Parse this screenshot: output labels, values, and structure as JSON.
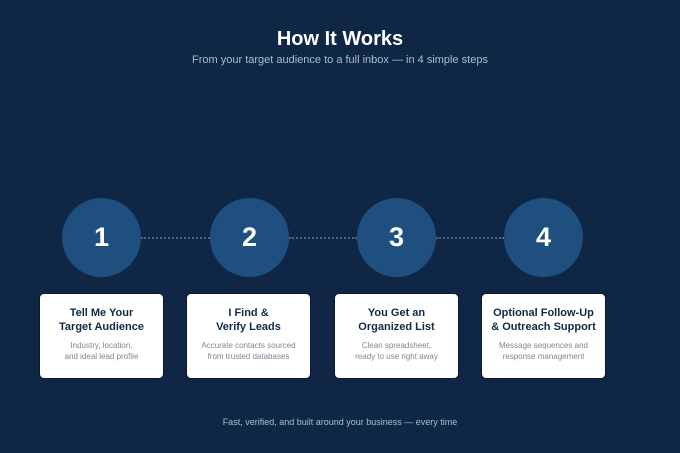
{
  "header": {
    "title": "How It Works",
    "subtitle": "From your target audience to a full inbox — in 4 simple steps"
  },
  "steps": [
    {
      "number": "1",
      "title_lines": [
        "Tell Me Your",
        "Target Audience"
      ],
      "desc_lines": [
        "Industry, location,",
        "and ideal lead profile"
      ]
    },
    {
      "number": "2",
      "title_lines": [
        "I Find &",
        "Verify Leads"
      ],
      "desc_lines": [
        "Accurate contacts sourced",
        "from trusted databases"
      ]
    },
    {
      "number": "3",
      "title_lines": [
        "You Get an",
        "Organized List"
      ],
      "desc_lines": [
        "Clean spreadsheet,",
        "ready to use right away"
      ]
    },
    {
      "number": "4",
      "title_lines": [
        "Optional Follow-Up",
        "& Outreach Support"
      ],
      "desc_lines": [
        "Message sequences and",
        "response management"
      ]
    }
  ],
  "footer": {
    "text": "Fast, verified, and built around your business — every time"
  },
  "colors": {
    "background": "#0f2744",
    "circle": "#1e4f7e",
    "card": "#ffffff",
    "card_title": "#102a46",
    "card_desc": "#7c8796",
    "connector": "#4a6688"
  }
}
